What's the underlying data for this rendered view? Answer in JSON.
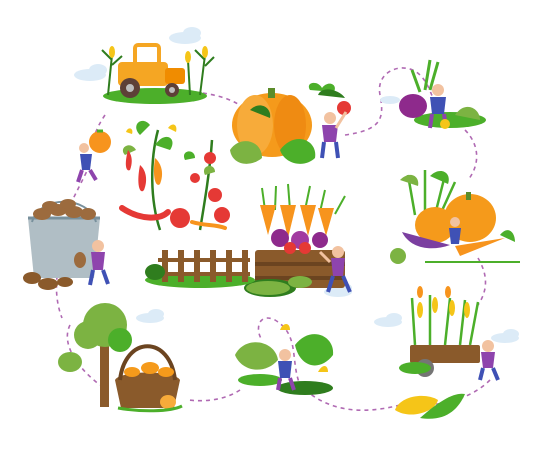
{
  "illustration": {
    "subject": "harvest-cycle",
    "palette": {
      "leaf_green": "#4caf2a",
      "dark_green": "#2f7d1e",
      "light_green": "#8bc34a",
      "pumpkin_orange": "#f59a1b",
      "carrot_orange": "#f7941d",
      "tomato_red": "#e53935",
      "eggplant_purple": "#7b3fa0",
      "beet_purple": "#8e2a8c",
      "corn_yellow": "#f5c518",
      "wood_brown": "#8a5a2b",
      "potato_brown": "#9c6b3e",
      "bucket_gray": "#b0bec5",
      "dashed_path": "#b06ab3",
      "cloud_blue": "#dcebf7",
      "person_blue": "#3f51b5",
      "person_purple": "#8e44ad"
    },
    "vignettes": [
      {
        "name": "tractor-field",
        "icon": "tractor-icon"
      },
      {
        "name": "pumpkin-harvest",
        "icon": "pumpkin-icon"
      },
      {
        "name": "beet-picker",
        "icon": "beet-icon"
      },
      {
        "name": "tomato-pepper-plants",
        "icon": "tomato-icon"
      },
      {
        "name": "crate-of-vegetables",
        "icon": "crate-icon"
      },
      {
        "name": "squash-and-carrot",
        "icon": "squash-icon"
      },
      {
        "name": "potato-bucket",
        "icon": "bucket-icon"
      },
      {
        "name": "garden-fence",
        "icon": "fence-icon"
      },
      {
        "name": "corn-cart",
        "icon": "cart-icon"
      },
      {
        "name": "cucumber-patch",
        "icon": "cucumber-icon"
      },
      {
        "name": "harvest-basket",
        "icon": "basket-icon"
      },
      {
        "name": "corn-cob",
        "icon": "corn-icon"
      }
    ]
  }
}
